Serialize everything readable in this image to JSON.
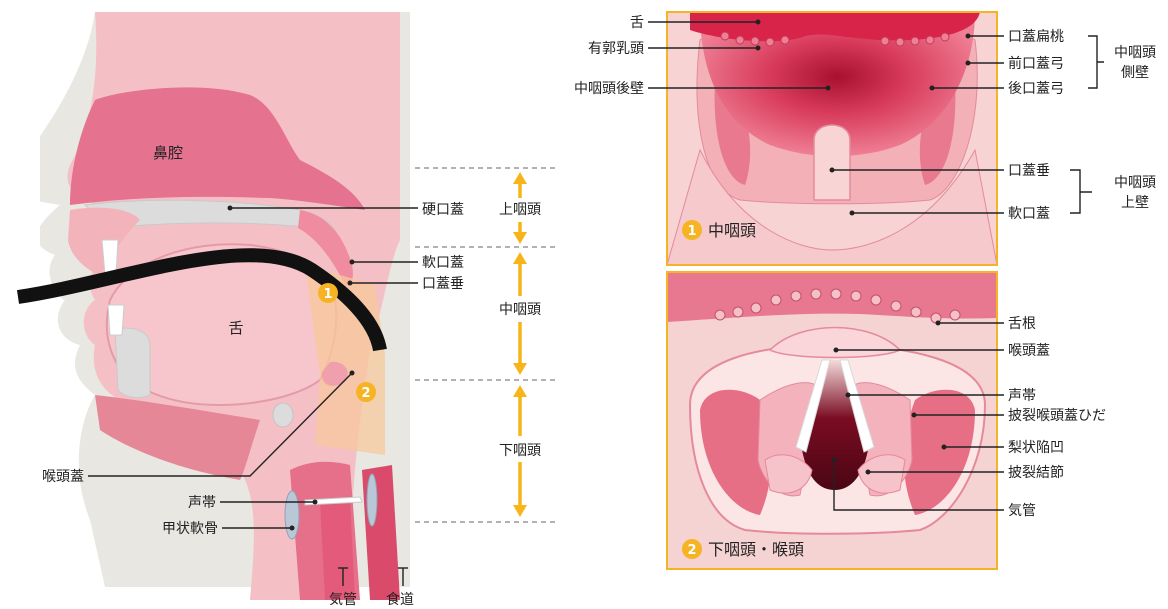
{
  "sagittal": {
    "nasal_cavity": "鼻腔",
    "tongue": "舌",
    "hard_palate": "硬口蓋",
    "soft_palate": "軟口蓋",
    "uvula": "口蓋垂",
    "epiglottis": "喉頭蓋",
    "vocal_cord": "声帯",
    "thyroid_cartilage": "甲状軟骨",
    "trachea": "気管",
    "esophagus": "食道",
    "marker1": "1",
    "marker2": "2"
  },
  "regions": {
    "nasopharynx": "上咽頭",
    "oropharynx": "中咽頭",
    "hypopharynx": "下咽頭"
  },
  "panel1": {
    "number": "1",
    "title": "中咽頭",
    "tongue": "舌",
    "papillae": "有郭乳頭",
    "posterior_wall": "中咽頭後壁",
    "tonsil": "口蓋扁桃",
    "anterior_arch": "前口蓋弓",
    "posterior_arch": "後口蓋弓",
    "lateral_group": "中咽頭\n側壁",
    "lateral_group_l1": "中咽頭",
    "lateral_group_l2": "側壁",
    "uvula": "口蓋垂",
    "soft_palate": "軟口蓋",
    "upper_group_l1": "中咽頭",
    "upper_group_l2": "上壁"
  },
  "panel2": {
    "number": "2",
    "title": "下咽頭・喉頭",
    "tongue_root": "舌根",
    "epiglottis": "喉頭蓋",
    "vocal_cord": "声帯",
    "aryepiglottic_fold": "披裂喉頭蓋ひだ",
    "piriform_sinus": "梨状陥凹",
    "arytenoid": "披裂結節",
    "trachea": "気管"
  },
  "colors": {
    "panel_border": "#f6b324",
    "marker": "#f6b324",
    "arrow": "#f7b519",
    "tissue_dark": "#e5728f",
    "tissue_light": "#f5c0c7",
    "background_gray": "#e8e7e2"
  }
}
